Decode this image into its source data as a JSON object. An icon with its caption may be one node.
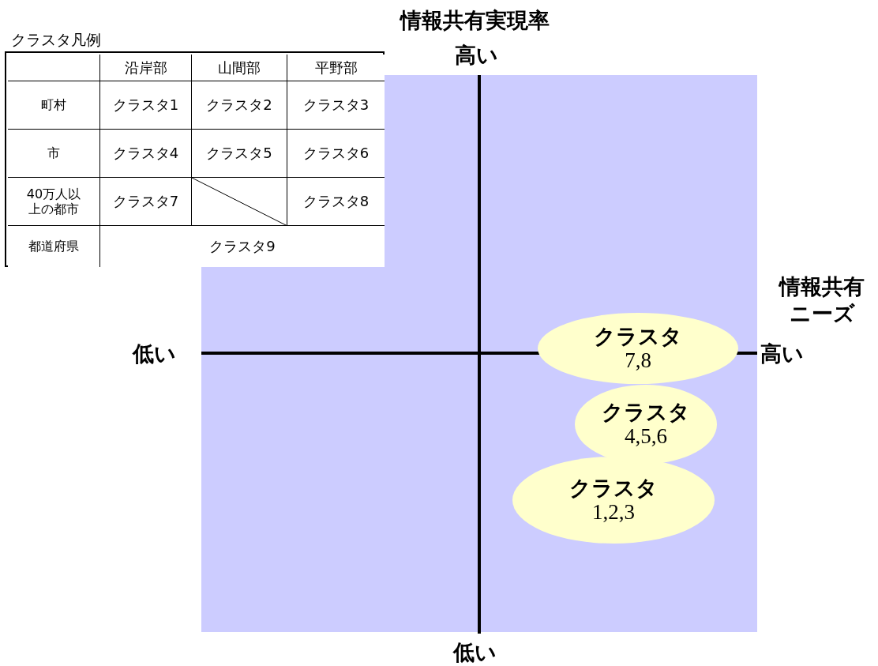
{
  "diagram": {
    "nodes": [
      {
        "text": [
          "クラスタ",
          "7,8"
        ]
      },
      {
        "text": [
          "クラスタ",
          "4,5,6"
        ]
      },
      {
        "text": [
          "クラスタ",
          "1,2,3"
        ]
      }
    ],
    "labels": [
      "情報共有実現率",
      "高い",
      "クラスタ凡例",
      "沿岸部",
      "山間部",
      "平野部",
      "町村",
      "クラスタ1",
      "クラスタ2",
      "クラスタ3",
      "市",
      "クラスタ4",
      "クラスタ5",
      "クラスタ6",
      "40万人以上の都市",
      "クラスタ7",
      "クラスタ8",
      "都道府県",
      "クラスタ9",
      "情報共有ニーズ",
      "低い",
      "高い",
      "低い"
    ]
  }
}
